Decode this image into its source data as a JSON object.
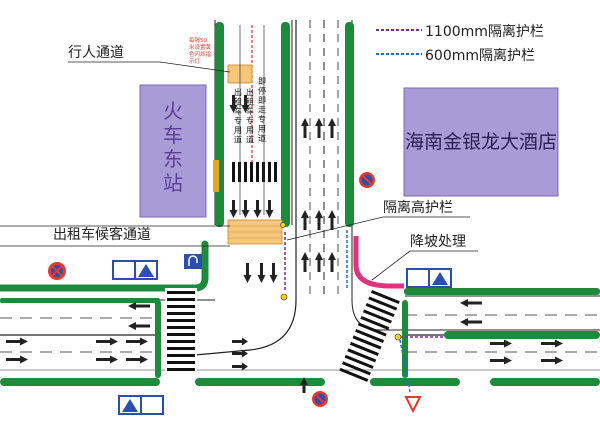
{
  "legend": {
    "high_barrier": "1100mm隔离护栏",
    "low_barrier": "600mm隔离护栏",
    "high_color": "#7b2f8f",
    "low_color": "#1f6fd1"
  },
  "buildings": {
    "station": "火车东站",
    "hotel": "海南金银龙大酒店"
  },
  "labels": {
    "pedestrian": "行人通道",
    "taxi_wait": "出租车候客通道",
    "high_guard": "隔离高护栏",
    "slope": "降坡处理",
    "yellow_note": "每隔50米设置黄色闪烁指示灯",
    "taxi_lane_1": "出租车专用道",
    "taxi_lane_2": "出租车专用道",
    "chigao_lane": "即停即走专用道"
  },
  "colors": {
    "green": "#1e8a3c",
    "building": "#a99bd6",
    "road_line": "#333333",
    "slope_color": "#e0327e",
    "crossing_fill": "#f5c77a"
  }
}
